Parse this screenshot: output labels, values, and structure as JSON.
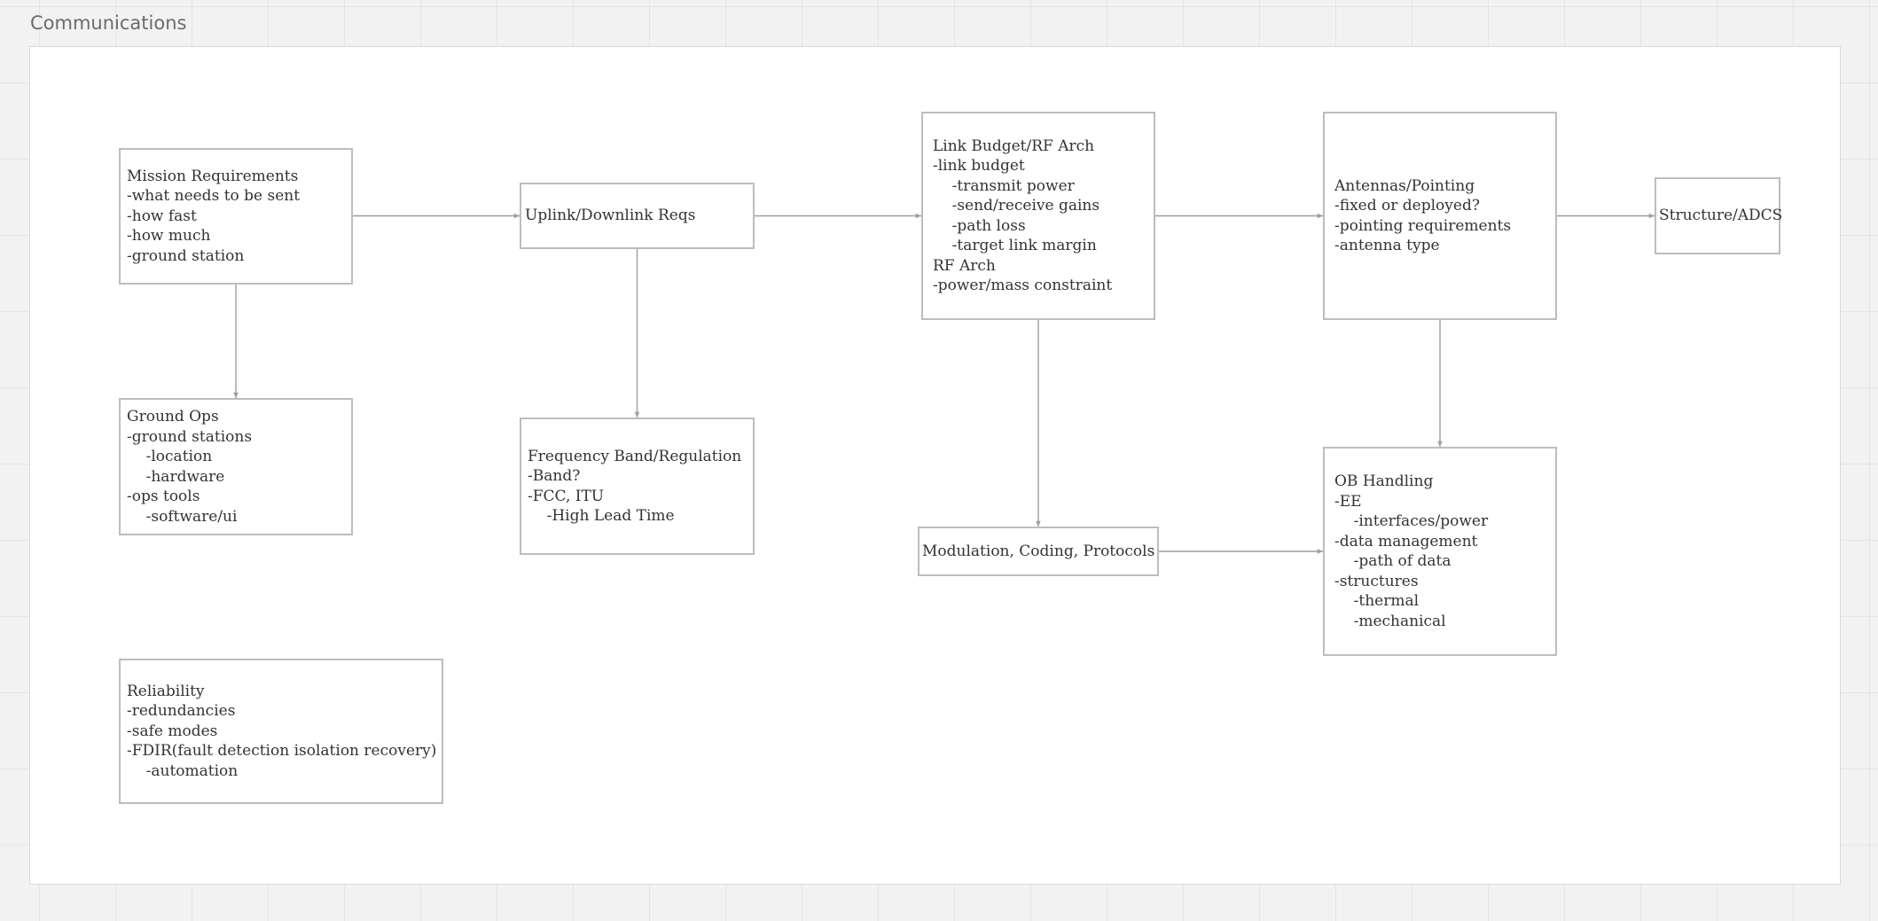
{
  "frame": {
    "title": "Communications"
  },
  "colors": {
    "canvas": "#f2f2f2",
    "grid": "#e4e4e4",
    "frame_fill": "#ffffff",
    "node_border": "#bdbdbd",
    "connector": "#9e9e9e",
    "text": "#333333",
    "frame_title": "#6b6b6b"
  },
  "nodes": [
    {
      "id": "mission-requirements",
      "lines": [
        "Mission Requirements",
        "-what needs to be sent",
        "-how fast",
        "-how much",
        "-ground station"
      ]
    },
    {
      "id": "uplink-downlink-reqs",
      "lines": [
        "Uplink/Downlink Reqs"
      ]
    },
    {
      "id": "link-budget-rf-arch",
      "lines": [
        "Link Budget/RF Arch",
        "-link budget",
        "    -transmit power",
        "    -send/receive gains",
        "    -path loss",
        "    -target link margin",
        "RF Arch",
        "-power/mass constraint"
      ]
    },
    {
      "id": "antennas-pointing",
      "lines": [
        "Antennas/Pointing",
        "-fixed or deployed?",
        "-pointing requirements",
        "-antenna type"
      ]
    },
    {
      "id": "structure-adcs",
      "lines": [
        "Structure/ADCS"
      ]
    },
    {
      "id": "ground-ops",
      "lines": [
        "Ground Ops",
        "-ground stations",
        "    -location",
        "    -hardware",
        "-ops tools",
        "    -software/ui"
      ]
    },
    {
      "id": "frequency-band-regulation",
      "lines": [
        "Frequency Band/Regulation",
        "-Band?",
        "-FCC, ITU",
        "    -High Lead Time"
      ]
    },
    {
      "id": "modulation-coding-protocols",
      "lines": [
        "Modulation, Coding, Protocols"
      ]
    },
    {
      "id": "ob-handling",
      "lines": [
        "OB Handling",
        "-EE",
        "    -interfaces/power",
        "-data management",
        "    -path of data",
        "-structures",
        "    -thermal",
        "    -mechanical"
      ]
    },
    {
      "id": "reliability",
      "lines": [
        "Reliability",
        "-redundancies",
        "-safe modes",
        "-FDIR(fault detection isolation recovery)",
        "    -automation"
      ]
    }
  ],
  "edges": [
    {
      "from": "mission-requirements",
      "to": "uplink-downlink-reqs"
    },
    {
      "from": "uplink-downlink-reqs",
      "to": "link-budget-rf-arch"
    },
    {
      "from": "link-budget-rf-arch",
      "to": "antennas-pointing"
    },
    {
      "from": "antennas-pointing",
      "to": "structure-adcs"
    },
    {
      "from": "mission-requirements",
      "to": "ground-ops"
    },
    {
      "from": "uplink-downlink-reqs",
      "to": "frequency-band-regulation"
    },
    {
      "from": "link-budget-rf-arch",
      "to": "modulation-coding-protocols"
    },
    {
      "from": "antennas-pointing",
      "to": "ob-handling"
    },
    {
      "from": "modulation-coding-protocols",
      "to": "ob-handling"
    }
  ]
}
